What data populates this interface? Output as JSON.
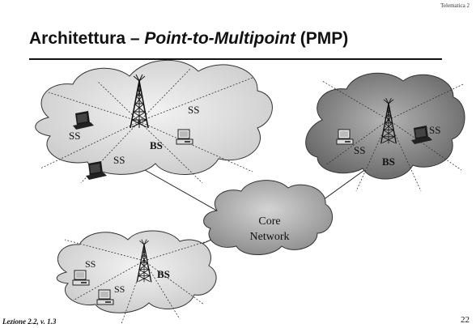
{
  "header": {
    "course": "Telematica 2",
    "title_main": "Architettura – ",
    "title_em": "Point-to-Multipoint",
    "title_suffix": " (PMP)"
  },
  "diagram": {
    "core_label_1": "Core",
    "core_label_2": "Network",
    "ss_label": "SS",
    "bs_label": "BS",
    "colors": {
      "light_cloud": "#dcdcdc",
      "dark_cloud": "#8a8a8a",
      "core_cloud": "#aeaeae",
      "outline": "#333333"
    }
  },
  "footer": {
    "lecture": "Lezione 2.2, v. 1.3",
    "page": "22"
  }
}
